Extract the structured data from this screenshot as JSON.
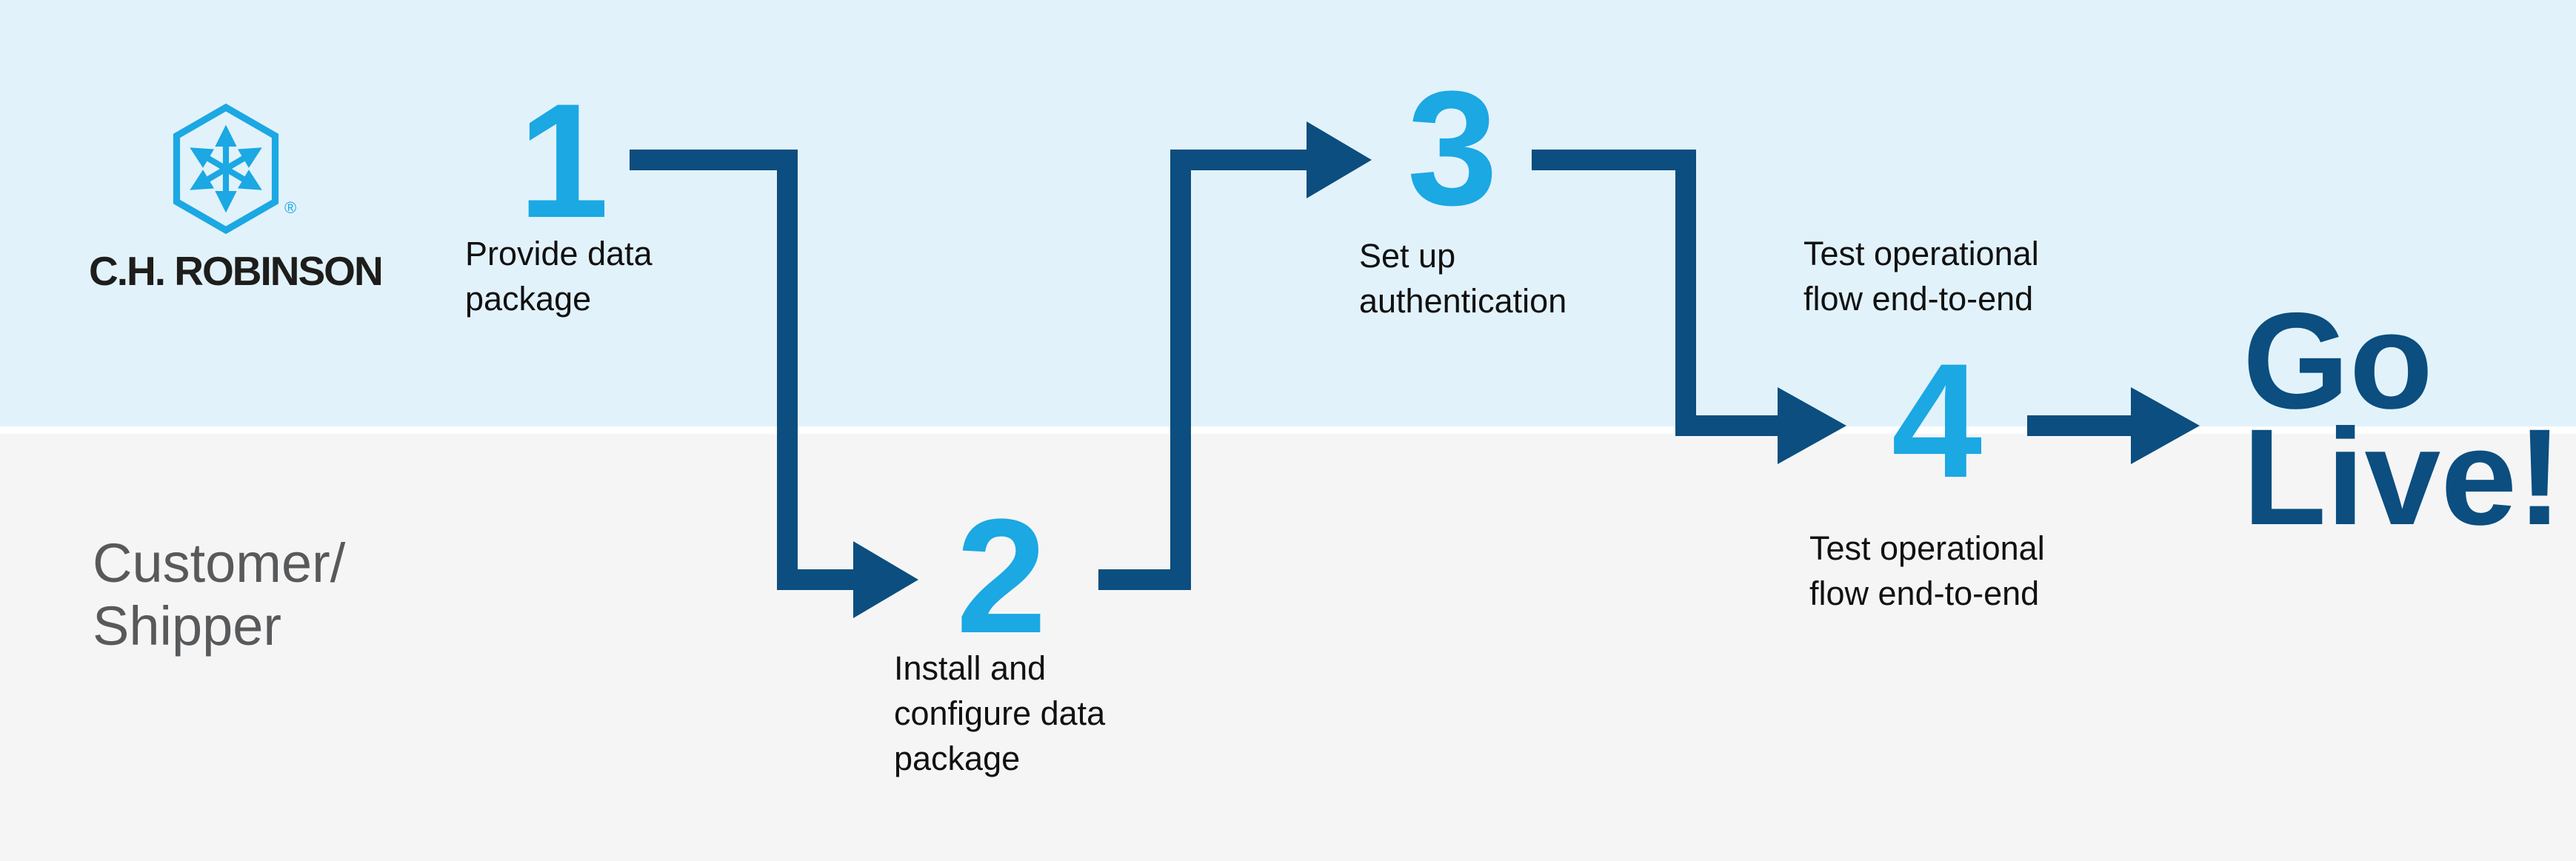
{
  "colors": {
    "band_top": "#e2f2fb",
    "band_bottom": "#f5f5f6",
    "divider": "#ffffff",
    "navy": "#0b4e7f",
    "bright_blue": "#1ba8e3",
    "logo_blue": "#1ba8e3",
    "wordmark_text": "#1d1d1b",
    "label_text": "#111111",
    "lane_text": "#58595b"
  },
  "brand": {
    "wordmark": "C.H. ROBINSON",
    "registered_mark": "®"
  },
  "lane_bottom": {
    "lines": [
      "Customer/",
      "Shipper"
    ]
  },
  "steps": [
    {
      "number": "1",
      "label_lines": [
        "Provide data",
        "package"
      ]
    },
    {
      "number": "2",
      "label_lines": [
        "Install and",
        "configure data",
        "package"
      ]
    },
    {
      "number": "3",
      "label_lines": [
        "Set up",
        "authentication"
      ]
    },
    {
      "number": "4",
      "label_above_lines": [
        "Test operational",
        "flow end-to-end"
      ],
      "label_below_lines": [
        "Test operational",
        "flow end-to-end"
      ]
    }
  ],
  "finish": {
    "lines": [
      "Go",
      "Live!"
    ]
  }
}
